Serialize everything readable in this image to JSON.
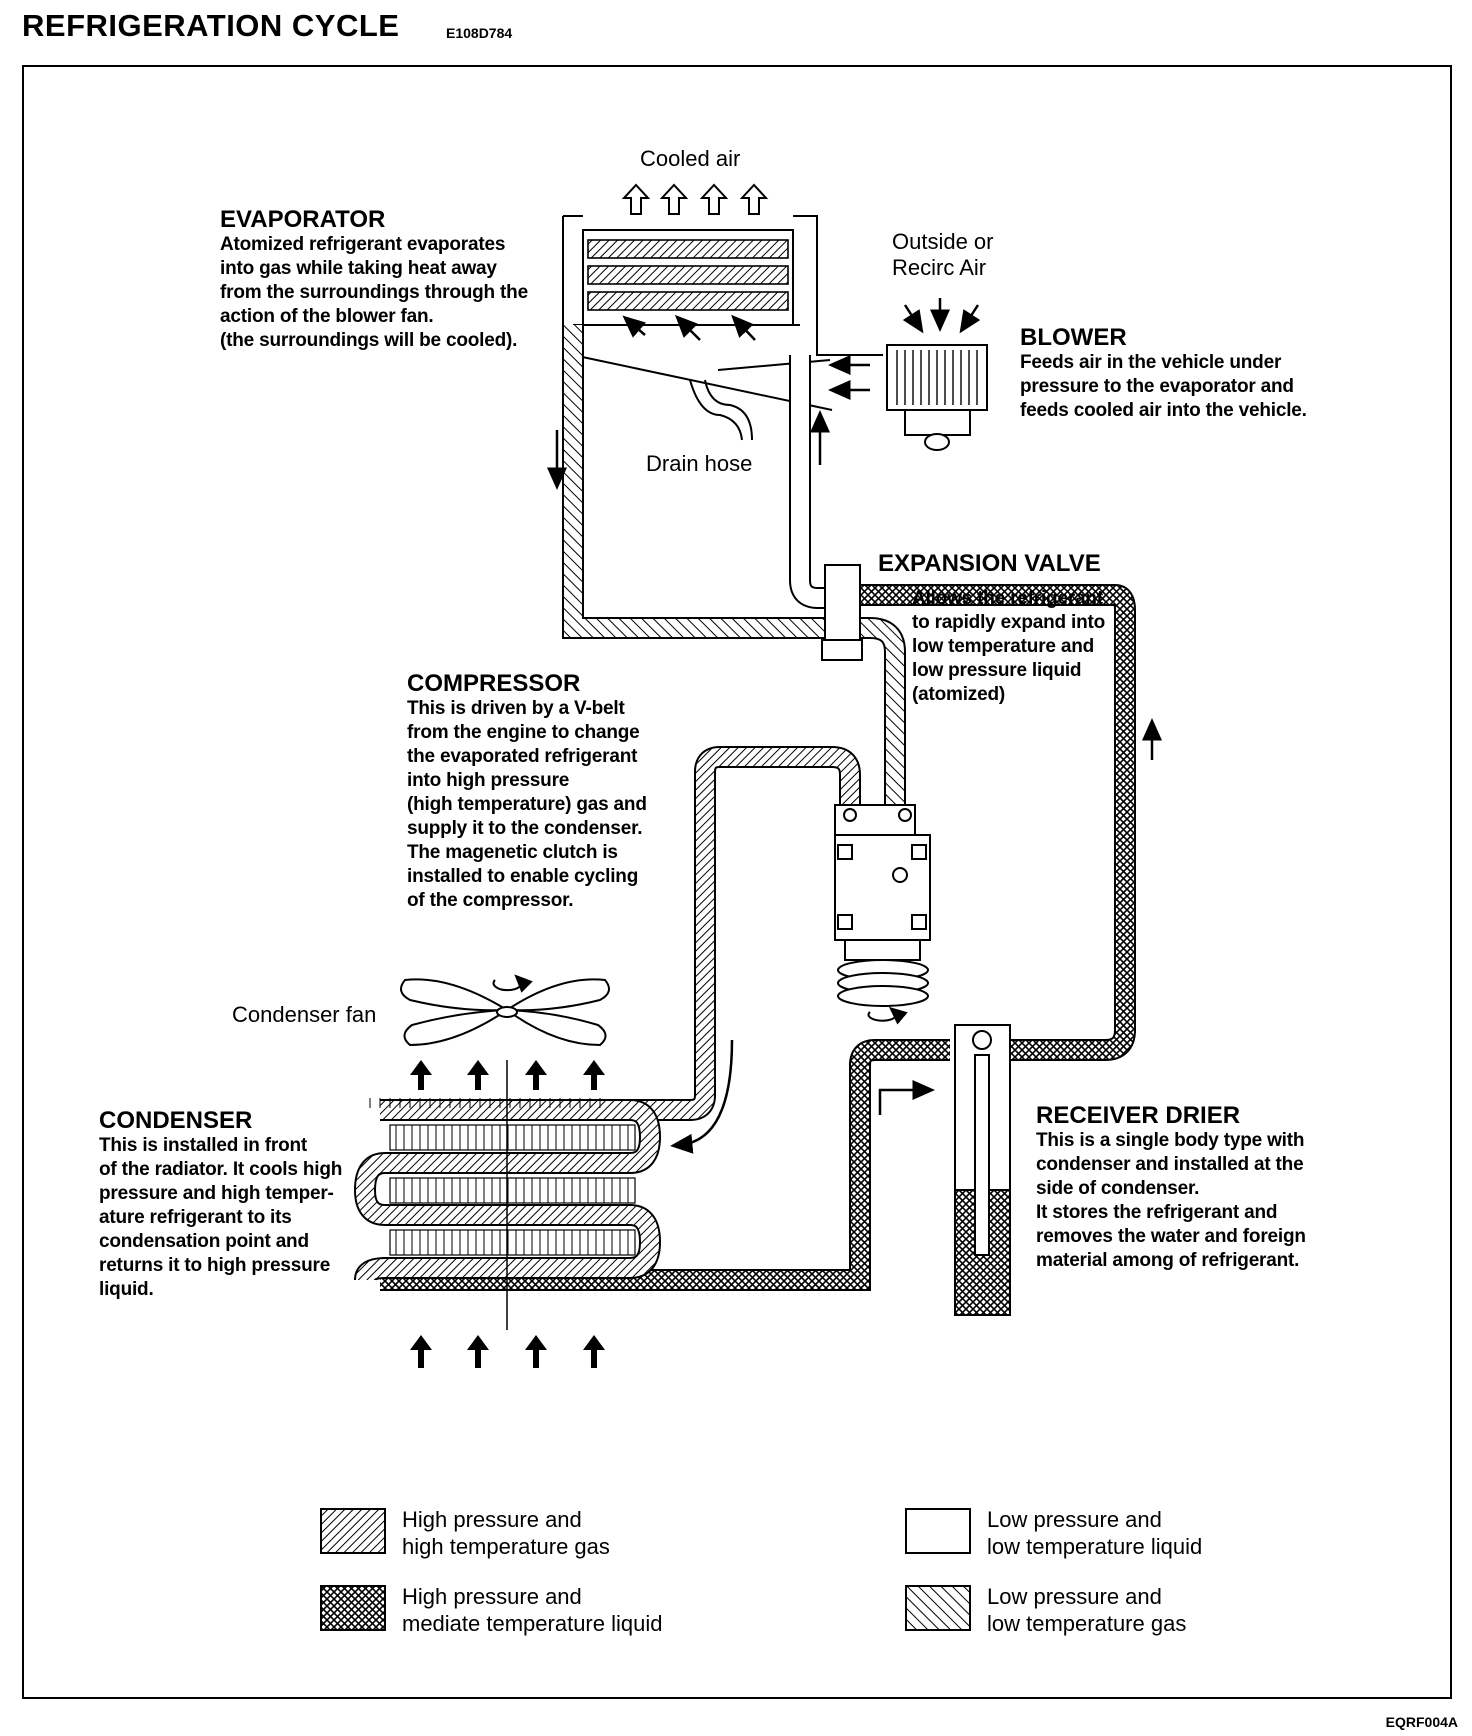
{
  "header": {
    "title": "REFRIGERATION CYCLE",
    "code": "E108D784"
  },
  "labels": {
    "cooled_air": "Cooled air",
    "outside_air": "Outside or\nRecirc Air",
    "drain_hose": "Drain hose",
    "condenser_fan": "Condenser fan"
  },
  "sections": {
    "evaporator": {
      "title": "EVAPORATOR",
      "body": "Atomized refrigerant evaporates\ninto gas while taking heat away\nfrom the surroundings through the\naction of the blower fan.\n(the surroundings will be cooled)."
    },
    "blower": {
      "title": "BLOWER",
      "body": "Feeds air in the vehicle under\npressure to the evaporator and\nfeeds cooled air into the vehicle."
    },
    "expansion_valve": {
      "title": "EXPANSION VALVE",
      "body": "Allows the refrigerant\nto rapidly expand into\nlow temperature and\nlow pressure liquid\n(atomized)"
    },
    "compressor": {
      "title": "COMPRESSOR",
      "body": "This is driven by a V-belt\nfrom the engine to change\nthe evaporated refrigerant\ninto high pressure\n(high temperature) gas and\nsupply it to the condenser.\nThe magenetic clutch is\ninstalled to enable cycling\nof the compressor."
    },
    "condenser": {
      "title": "CONDENSER",
      "body": "This is installed in front\nof the radiator. It cools high\npressure and high temper-\nature refrigerant to its\ncondensation point and\nreturns it to high pressure\nliquid."
    },
    "receiver_drier": {
      "title": "RECEIVER DRIER",
      "body": "This is a single body type with\ncondenser and installed at the\nside of condenser.\nIt stores the refrigerant and\nremoves the water and foreign\nmaterial among of refrigerant."
    }
  },
  "legend": [
    {
      "text": "High pressure and\nhigh temperature gas",
      "pattern": "hp-gas"
    },
    {
      "text": "Low pressure and\nlow temperature liquid",
      "pattern": "lp-liquid"
    },
    {
      "text": "High pressure and\nmediate temperature liquid",
      "pattern": "hp-liquid"
    },
    {
      "text": "Low pressure and\nlow temperature gas",
      "pattern": "lp-gas"
    }
  ],
  "footer": {
    "figure_code": "EQRF004A"
  },
  "icons": [
    "up-outline-arrow-icon",
    "up-solid-arrow-icon",
    "rotation-arrow-icon"
  ]
}
